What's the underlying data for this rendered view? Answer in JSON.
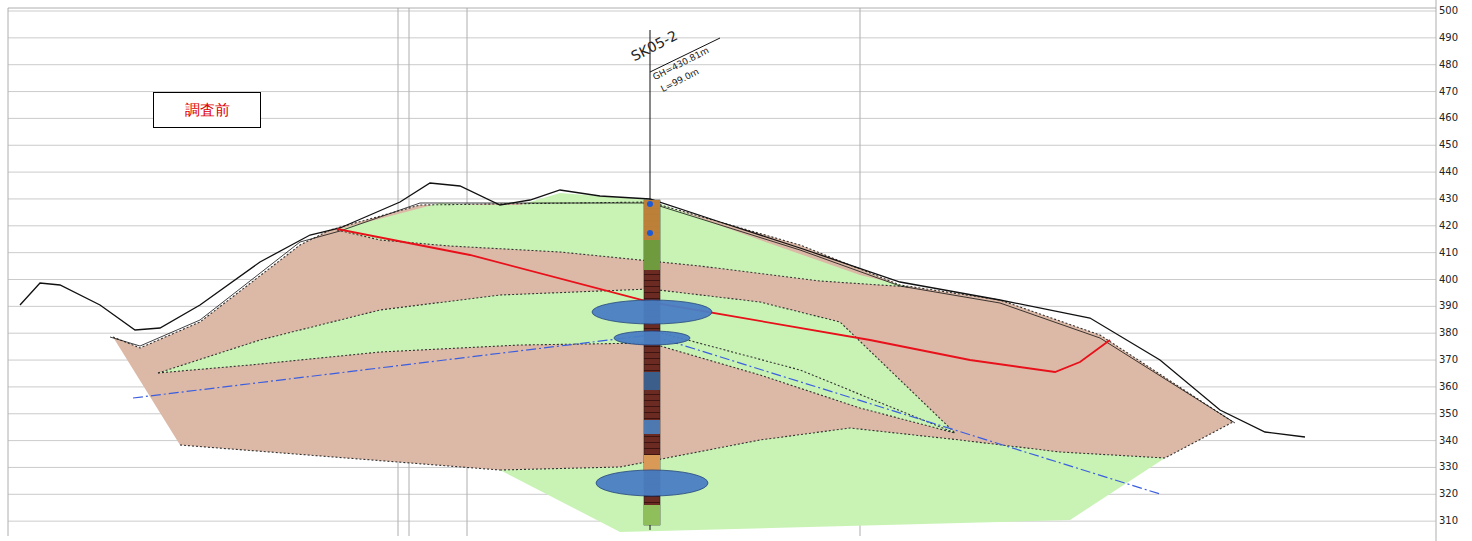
{
  "diagram": {
    "nodes": [
      {
        "text": [
          "調査前"
        ]
      }
    ],
    "labels": [
      "SK05-2",
      "GH=430.81m",
      "L=99.0m",
      "500",
      "490",
      "480",
      "470",
      "460",
      "450",
      "440",
      "430",
      "420",
      "410",
      "400",
      "390",
      "380",
      "370",
      "360",
      "350",
      "340",
      "330",
      "320",
      "310"
    ]
  }
}
